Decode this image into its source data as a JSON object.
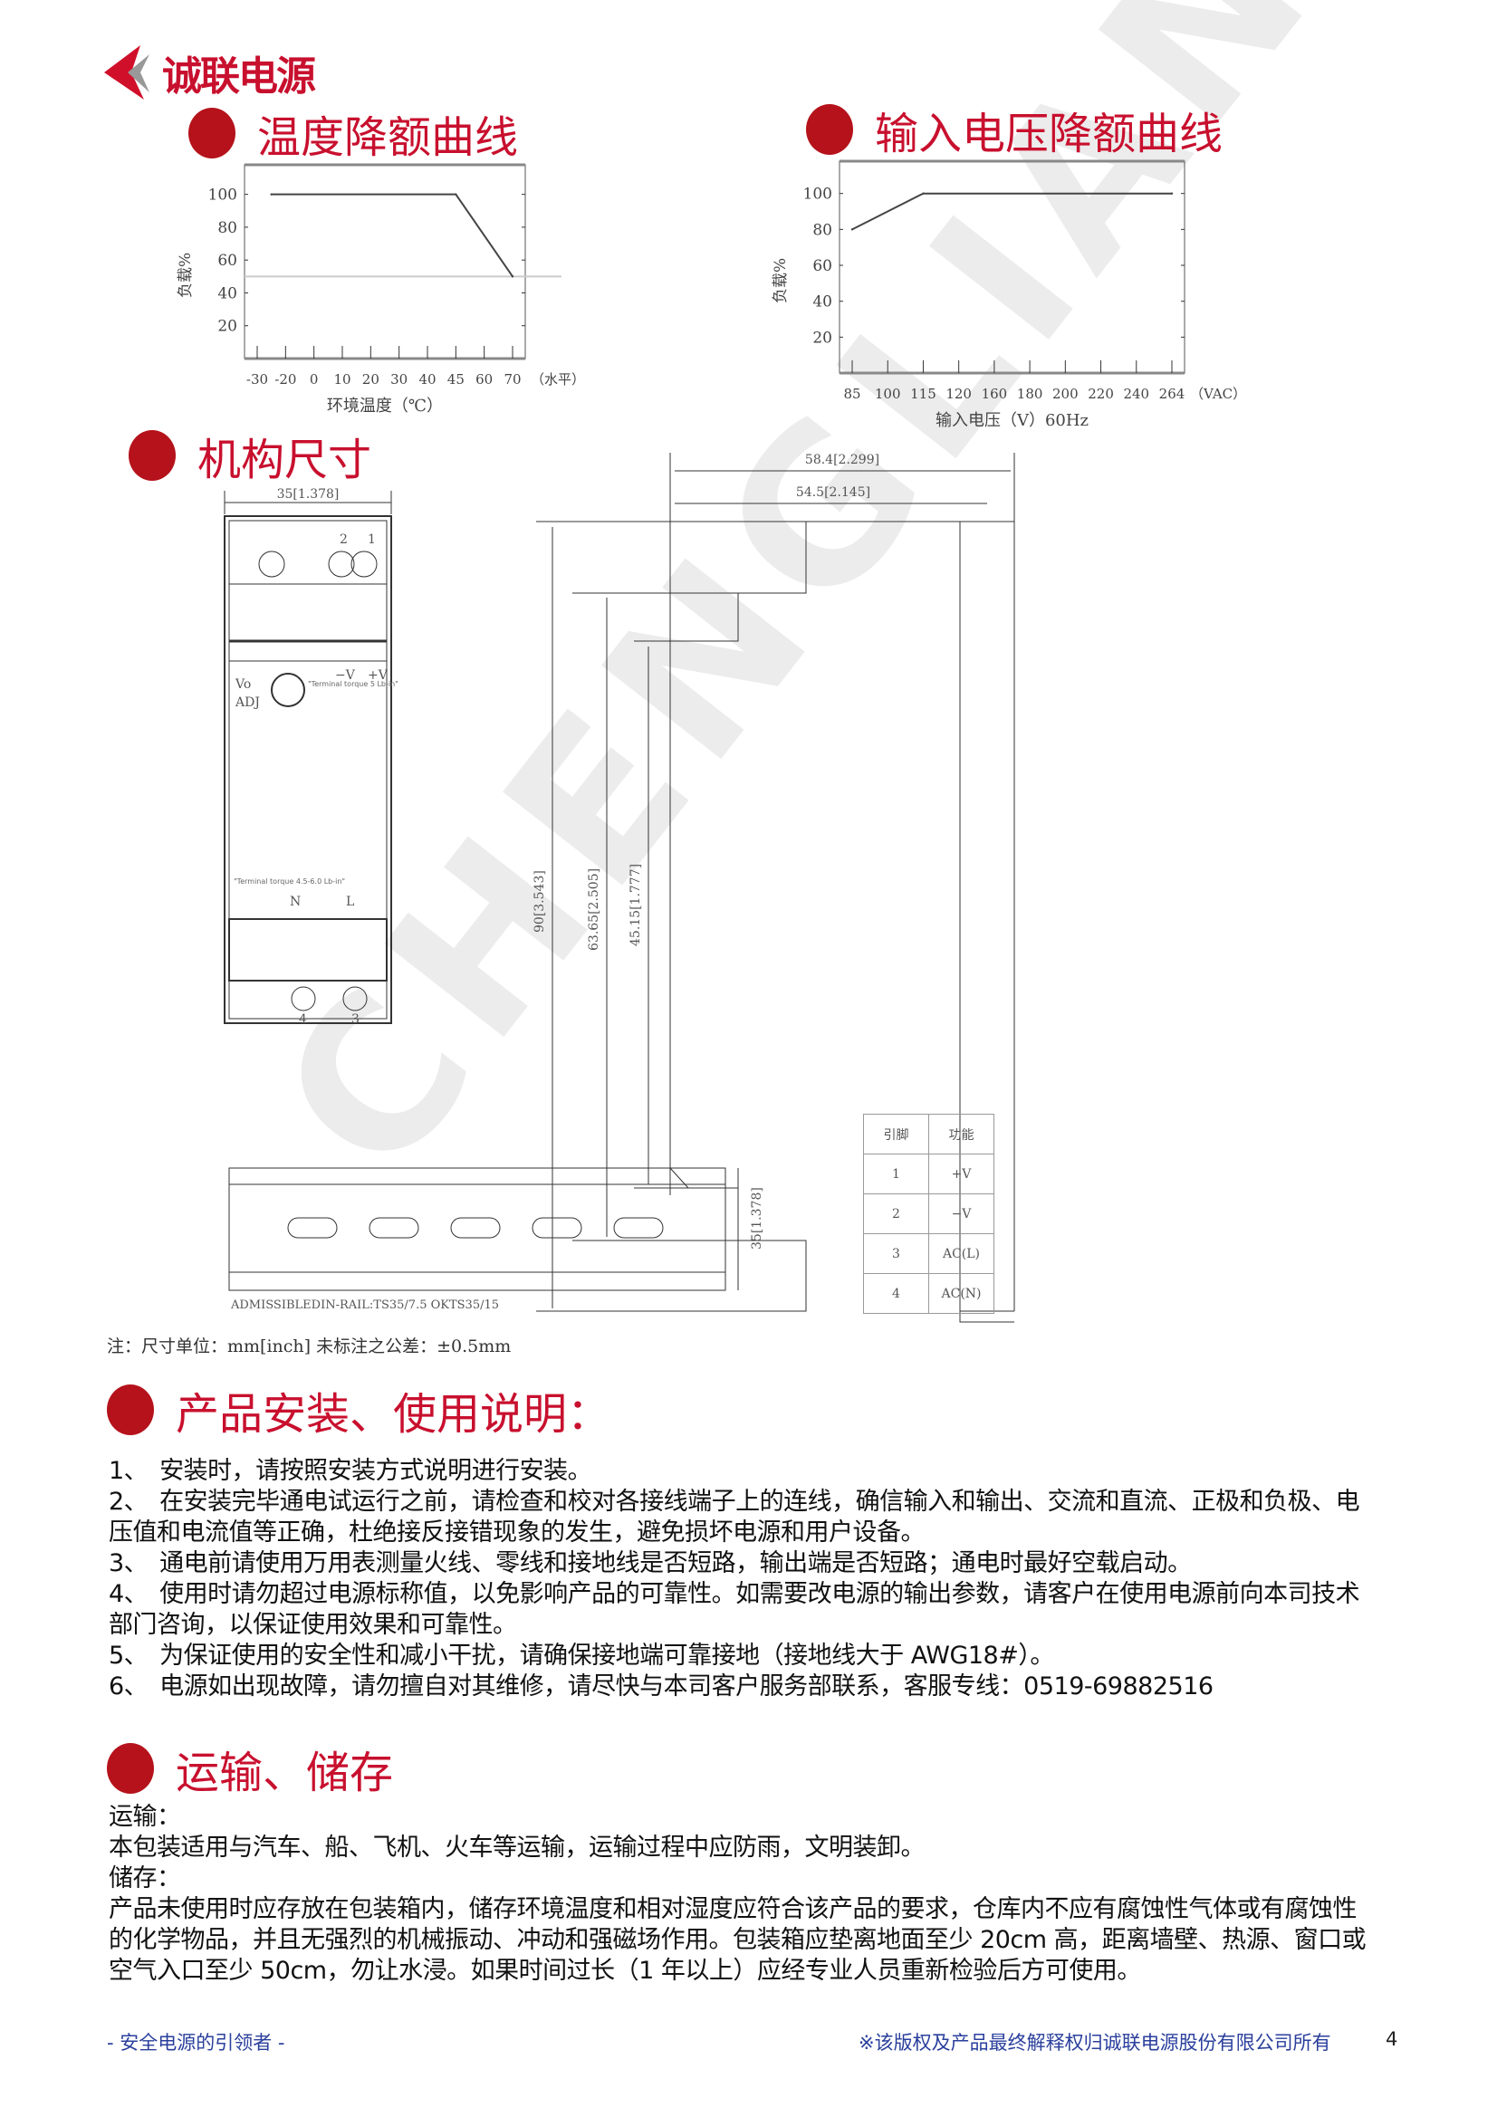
{
  "logo": {
    "text": "诚联电源",
    "brand_red": "#c8102e"
  },
  "sections": {
    "temp_title": "温度降额曲线",
    "volt_title": "输入电压降额曲线",
    "mech_title": "机构尺寸",
    "install_title": "产品安装、使用说明：",
    "transport_title": "运输、储存"
  },
  "chart_data": [
    {
      "type": "line",
      "title": "",
      "xlabel": "环境温度（℃）",
      "ylabel": "负载%",
      "x_unit_label": "（水平）",
      "x_ticks": [
        -30,
        -20,
        0,
        10,
        20,
        30,
        40,
        45,
        60,
        70
      ],
      "y_ticks": [
        20,
        40,
        60,
        80,
        100
      ],
      "ylim": [
        0,
        118
      ],
      "series": [
        {
          "points": [
            [
              -25,
              100
            ],
            [
              45,
              100
            ],
            [
              70,
              50
            ]
          ]
        }
      ],
      "reference_line_y": 50,
      "grid": false
    },
    {
      "type": "line",
      "title": "",
      "xlabel": "输入电压（V）60Hz",
      "ylabel": "负载%",
      "x_unit_label": "（VAC）",
      "x_ticks": [
        85,
        100,
        115,
        120,
        160,
        180,
        200,
        220,
        240,
        264
      ],
      "y_ticks": [
        20,
        40,
        60,
        80,
        100
      ],
      "ylim": [
        0,
        118
      ],
      "series": [
        {
          "points": [
            [
              85,
              80
            ],
            [
              115,
              100
            ],
            [
              264,
              100
            ]
          ]
        }
      ],
      "grid": false
    }
  ],
  "drawing": {
    "width_dim": "35[1.378]",
    "depth_dim": "58.4[2.299]",
    "depth2_dim": "54.5[2.145]",
    "height_dim": "90[3.543]",
    "h2_dim": "63.65[2.505]",
    "h3_dim": "45.15[1.777]",
    "terminal_top": [
      "2",
      "1"
    ],
    "terminal_bottom": [
      "4",
      "3"
    ],
    "vo_adj": [
      "Vo",
      "ADJ"
    ],
    "out_labels": [
      "−V",
      "+V"
    ],
    "in_labels": [
      "N",
      "L"
    ],
    "torque_top": "\"Terminal torque 5 Lb-in\"",
    "torque_bottom": "\"Terminal torque 4.5-6.0 Lb-in\"",
    "rail_dim": "35[1.378]",
    "rail_text": "ADMISSIBLEDIN-RAIL:TS35/7.5 OKTS35/15",
    "note": "注：尺寸单位：mm[inch] 未标注之公差：±0.5mm"
  },
  "pin_table": {
    "headers": [
      "引脚",
      "功能"
    ],
    "rows": [
      [
        "1",
        "+V"
      ],
      [
        "2",
        "−V"
      ],
      [
        "3",
        "AC(L)"
      ],
      [
        "4",
        "AC(N)"
      ]
    ]
  },
  "install": [
    "1、　安装时，请按照安装方式说明进行安装。",
    "2、　在安装完毕通电试运行之前，请检查和校对各接线端子上的连线，确信输入和输出、交流和直流、正极和负极、电压值和电流值等正确，杜绝接反接错现象的发生，避免损坏电源和用户设备。",
    "3、　通电前请使用万用表测量火线、零线和接地线是否短路，输出端是否短路；通电时最好空载启动。",
    "4、　使用时请勿超过电源标称值，以免影响产品的可靠性。如需要改电源的输出参数，请客户在使用电源前向本司技术部门咨询，以保证使用效果和可靠性。",
    "5、　为保证使用的安全性和减小干扰，请确保接地端可靠接地（接地线大于 AWG18#）。",
    "6、　电源如出现故障，请勿擅自对其维修，请尽快与本司客户服务部联系，客服专线：0519-69882516"
  ],
  "transport": [
    "运输：",
    "本包装适用与汽车、船、飞机、火车等运输，运输过程中应防雨，文明装卸。",
    "储存：",
    "产品未使用时应存放在包装箱内，储存环境温度和相对湿度应符合该产品的要求，仓库内不应有腐蚀性气体或有腐蚀性的化学物品，并且无强烈的机械振动、冲动和强磁场作用。包装箱应垫离地面至少 20cm 高，距离墙壁、热源、窗口或空气入口至少 50cm，勿让水浸。如果时间过长（1 年以上）应经专业人员重新检验后方可使用。"
  ],
  "watermark": "CHENGLIAN",
  "footer": {
    "left": "- 安全电源的引领者 -",
    "right": "※该版权及产品最终解释权归诚联电源股份有限公司所有",
    "page": "4"
  }
}
